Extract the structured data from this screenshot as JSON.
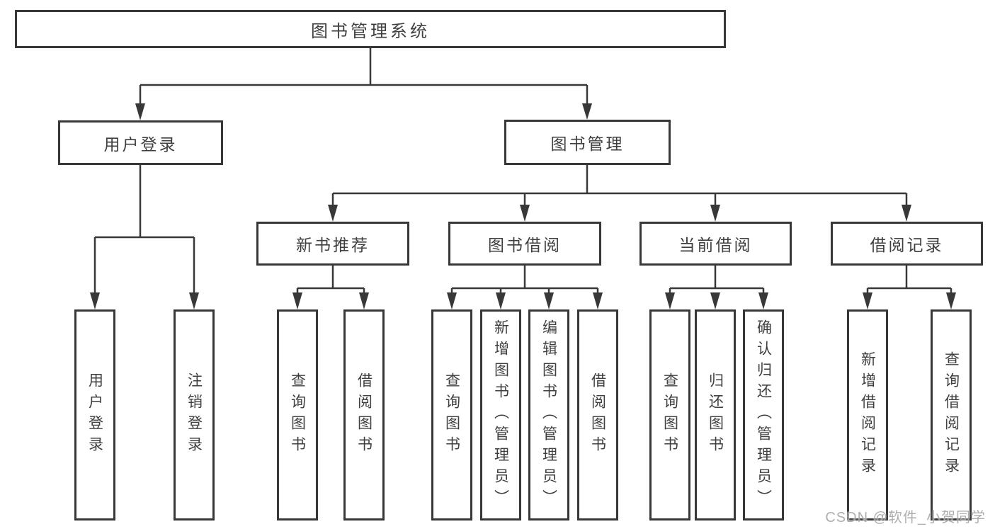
{
  "diagram": {
    "root": {
      "label": "图书管理系统"
    },
    "level2": [
      {
        "label": "用户登录"
      },
      {
        "label": "图书管理"
      }
    ],
    "level3": [
      {
        "label": "新书推荐"
      },
      {
        "label": "图书借阅"
      },
      {
        "label": "当前借阅"
      },
      {
        "label": "借阅记录"
      }
    ],
    "leaves": [
      {
        "label": "用户登录"
      },
      {
        "label": "注销登录"
      },
      {
        "label": "查询图书"
      },
      {
        "label": "借阅图书"
      },
      {
        "label": "查询图书"
      },
      {
        "label": "新增图书（管理员）"
      },
      {
        "label": "编辑图书（管理员）"
      },
      {
        "label": "借阅图书"
      },
      {
        "label": "查询图书"
      },
      {
        "label": "归还图书"
      },
      {
        "label": "确认归还（管理员）"
      },
      {
        "label": "新增借阅记录"
      },
      {
        "label": "查询借阅记录"
      }
    ]
  },
  "watermark": {
    "text": "CSDN @软件_小贺同学"
  },
  "colors": {
    "line": "#383838",
    "text": "#3f3f3f",
    "watermark": "#a6a6a6"
  }
}
